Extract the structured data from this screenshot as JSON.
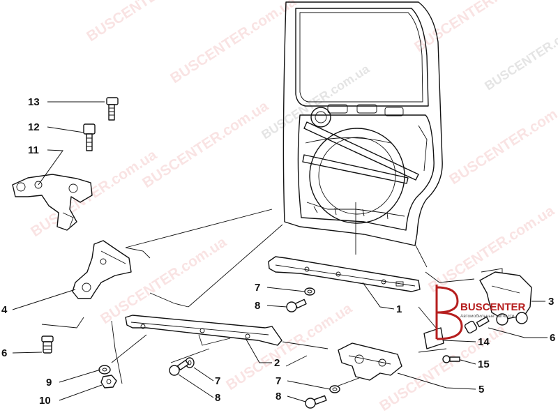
{
  "diagram": {
    "callouts": [
      {
        "id": "c13",
        "label": "13"
      },
      {
        "id": "c12",
        "label": "12"
      },
      {
        "id": "c11",
        "label": "11"
      },
      {
        "id": "c4",
        "label": "4"
      },
      {
        "id": "c6l",
        "label": "6"
      },
      {
        "id": "c9",
        "label": "9"
      },
      {
        "id": "c10",
        "label": "10"
      },
      {
        "id": "c7a",
        "label": "7"
      },
      {
        "id": "c8a",
        "label": "8"
      },
      {
        "id": "c1",
        "label": "1"
      },
      {
        "id": "c2",
        "label": "2"
      },
      {
        "id": "c7b",
        "label": "7"
      },
      {
        "id": "c8b",
        "label": "8"
      },
      {
        "id": "c7c",
        "label": "7"
      },
      {
        "id": "c8c",
        "label": "8"
      },
      {
        "id": "c5",
        "label": "5"
      },
      {
        "id": "c14",
        "label": "14"
      },
      {
        "id": "c15",
        "label": "15"
      },
      {
        "id": "c6r",
        "label": "6"
      },
      {
        "id": "c3",
        "label": "3"
      }
    ]
  },
  "watermark": {
    "text": "BUSCENTER.com.ua"
  },
  "logo": {
    "title": "BUSCENTER",
    "subtitle": "Автомобильные запчасти",
    "brand_color": "#b61e1e"
  }
}
